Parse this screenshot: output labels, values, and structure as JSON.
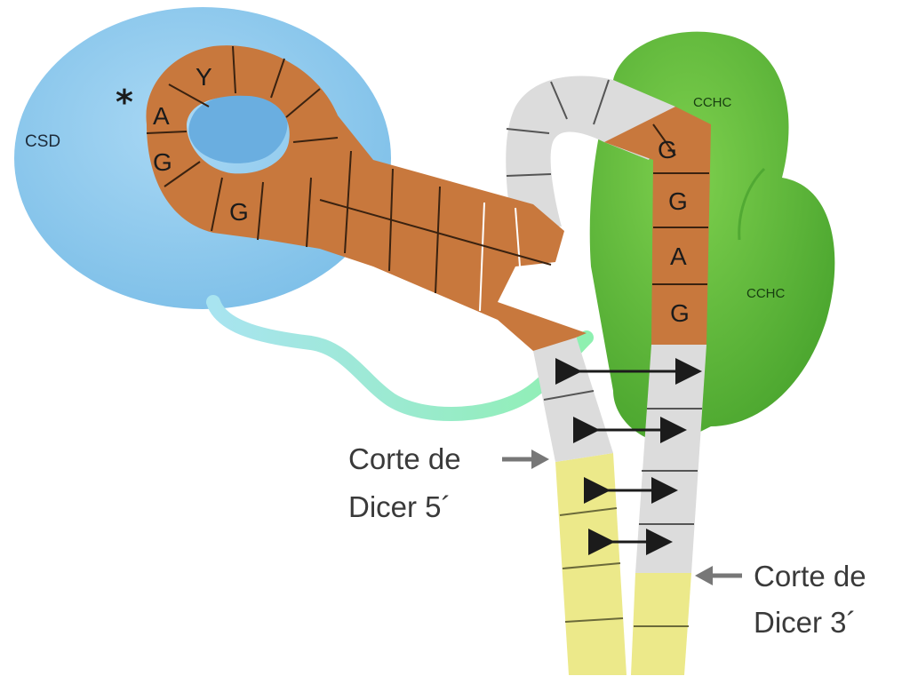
{
  "labels": {
    "csd": "CSD",
    "cchc_top": "CCHC",
    "cchc_bottom": "CCHC",
    "asterisk": "*"
  },
  "loop_nucleotides": [
    "Y",
    "A",
    "G",
    "G"
  ],
  "stem_nucleotides": [
    "G",
    "G",
    "A",
    "G"
  ],
  "cut_5": {
    "line1": "Corte de",
    "line2": "Dicer 5´"
  },
  "cut_3": {
    "line1": "Corte de",
    "line2": "Dicer 3´"
  },
  "colors": {
    "csd": "#8fc8ec",
    "csd_core": "#6aaee0",
    "cchc": "#5bb83a",
    "cchc_dark": "#3f9a2a",
    "rna_loop": "#c8783d",
    "rna_loop_dark": "#a85f2c",
    "rna_grey": "#dcdcdc",
    "rna_yellow": "#ece98a",
    "linker": "#9ee6d6",
    "arrow_grey": "#777777"
  }
}
